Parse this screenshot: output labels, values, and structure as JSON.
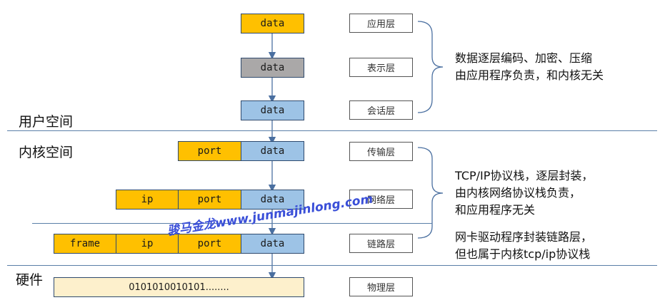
{
  "spaces": {
    "user": "用户空间",
    "kernel": "内核空间",
    "hardware": "硬件"
  },
  "layers": [
    "应用层",
    "表示层",
    "会话层",
    "传输层",
    "网络层",
    "链路层",
    "物理层"
  ],
  "packets": {
    "app": "data",
    "presentation": "data",
    "session": "data",
    "transport": [
      "port",
      "data"
    ],
    "network": [
      "ip",
      "port",
      "data"
    ],
    "link": [
      "frame",
      "ip",
      "port",
      "data"
    ],
    "physical": "0101010010101........"
  },
  "notes": {
    "user": [
      "数据逐层编码、加密、压缩",
      "由应用程序负责，和内核无关"
    ],
    "tcpip": [
      "TCP/IP协议栈，逐层封装，",
      "由内核网络协议栈负责，",
      "和应用程序无关"
    ],
    "driver": [
      "网卡驱动程序封装链路层，",
      "但也属于内核tcp/ip协议栈"
    ]
  },
  "watermark": "骏马金龙www.junmajinlong.com",
  "colors": {
    "data": "#9dc3e6",
    "app": "#ffc000",
    "presentation": "#aaa8a8",
    "physical": "#fdf0cc",
    "rule": "#5a7fa8"
  }
}
